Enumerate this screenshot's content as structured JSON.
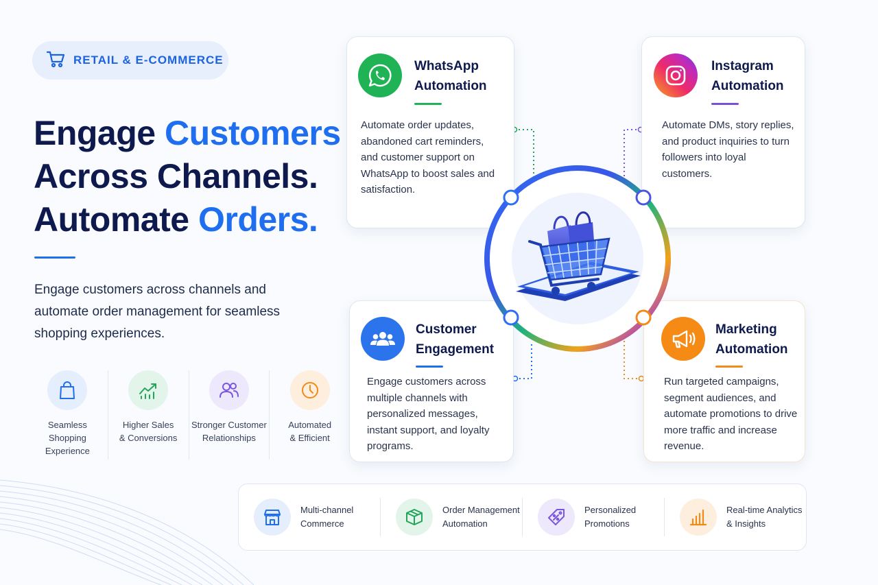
{
  "badge": {
    "icon": "shopping-cart-icon",
    "label": "RETAIL & E-COMMERCE"
  },
  "headline": {
    "line1_a": "Engage ",
    "line1_b": "Customers",
    "line2": "Across Channels.",
    "line3_a": "Automate ",
    "line3_b": "Orders."
  },
  "subtext": "Engage customers across channels and automate order management for seamless shopping experiences.",
  "benefits": [
    {
      "icon": "shopping-bag-icon",
      "label": "Seamless\nShopping\nExperience",
      "color": "#1f6ef0"
    },
    {
      "icon": "trend-up-icon",
      "label": "Higher Sales\n& Conversions",
      "color": "#22a55b"
    },
    {
      "icon": "users-icon",
      "label": "Stronger Customer\nRelationships",
      "color": "#7a55e0"
    },
    {
      "icon": "clock-icon",
      "label": "Automated\n& Efficient",
      "color": "#f08a18"
    }
  ],
  "cards": {
    "whatsapp": {
      "icon": "whatsapp-icon",
      "title": "WhatsApp\nAutomation",
      "desc": "Automate order updates, abandoned cart reminders, and customer support on WhatsApp to boost sales and satisfaction.",
      "color": "#1fb356"
    },
    "instagram": {
      "icon": "instagram-icon",
      "title": "Instagram\nAutomation",
      "desc": "Automate DMs, story replies, and product inquiries to turn followers into loyal customers.",
      "color": "#7a4fd8"
    },
    "customer": {
      "icon": "group-icon",
      "title": "Customer\nEngagement",
      "desc": "Engage customers across multiple channels with personalized messages, instant support, and loyalty programs.",
      "color": "#1f6ef0"
    },
    "marketing": {
      "icon": "megaphone-icon",
      "title": "Marketing\nAutomation",
      "desc": "Run targeted campaigns, segment audiences, and automate promotions to drive more traffic and increase revenue.",
      "color": "#f08a18"
    }
  },
  "center": {
    "icon": "cart-on-phone-icon"
  },
  "features": [
    {
      "icon": "storefront-icon",
      "label": "Multi-channel\nCommerce",
      "color": "#1f6ef0"
    },
    {
      "icon": "package-icon",
      "label": "Order Management\nAutomation",
      "color": "#22a55b"
    },
    {
      "icon": "discount-tag-icon",
      "label": "Personalized\nPromotions",
      "color": "#7a55e0"
    },
    {
      "icon": "bar-chart-icon",
      "label": "Real-time Analytics\n& Insights",
      "color": "#f08a18"
    }
  ]
}
